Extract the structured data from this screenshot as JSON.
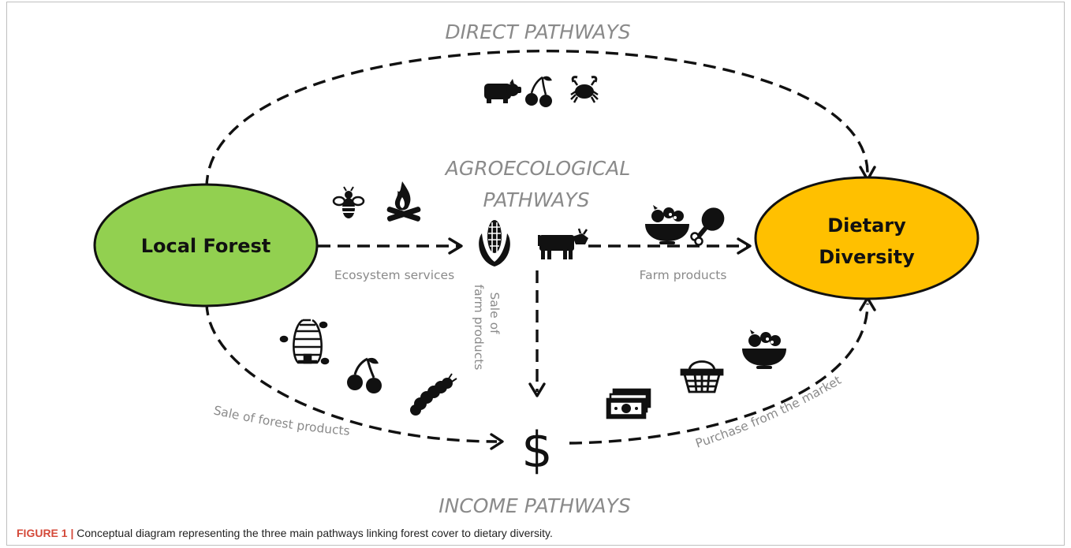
{
  "nodes": {
    "local_forest": {
      "label": "Local Forest",
      "color": "#92d050"
    },
    "dietary_diversity": {
      "line1": "Dietary",
      "line2": "Diversity",
      "color": "#ffc000"
    }
  },
  "pathways": {
    "direct": "DIRECT PATHWAYS",
    "agroecological_line1": "AGROECOLOGICAL",
    "agroecological_line2": "PATHWAYS",
    "income": "INCOME PATHWAYS"
  },
  "edge_labels": {
    "ecosystem_services": "Ecosystem services",
    "farm_products": "Farm products",
    "sale_of": "Sale of",
    "farm_products_vertical": "farm products",
    "sale_of_forest_products": "Sale of forest products",
    "purchase_from_market": "Purchase from the market"
  },
  "dollar_sign": "$",
  "icons": [
    "pig-icon",
    "cherries-icon",
    "crab-icon",
    "bee-icon",
    "campfire-icon",
    "corn-icon",
    "cow-icon",
    "fruit-bowl-icon",
    "chicken-leg-icon",
    "beehive-icon",
    "caterpillar-icon",
    "banknotes-icon",
    "basket-icon"
  ],
  "caption": {
    "label": "FIGURE 1 |",
    "text": " Conceptual diagram representing the three main pathways linking forest cover to dietary diversity."
  }
}
